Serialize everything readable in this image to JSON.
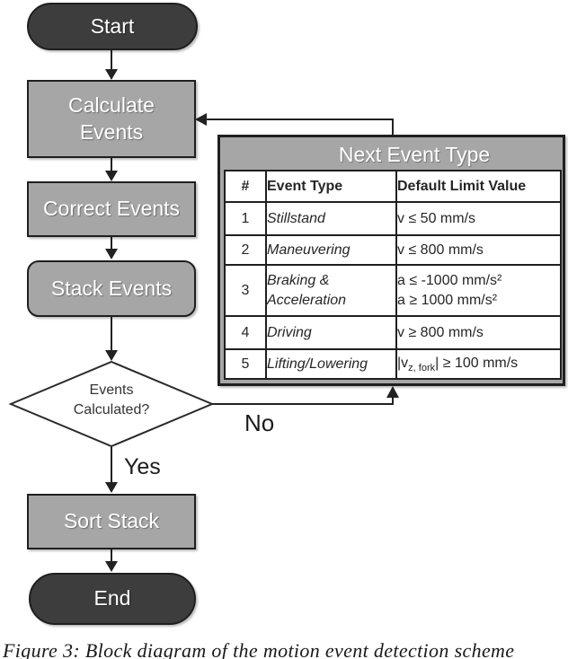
{
  "colors": {
    "node_dark": "#3d3d3d",
    "node_gray": "#a6a6a6",
    "border": "#1f1f1f",
    "node_text": "#ffffff"
  },
  "flowchart": {
    "nodes": {
      "start": {
        "label": "Start"
      },
      "calculate": {
        "line1": "Calculate",
        "line2": "Events"
      },
      "correct": {
        "label": "Correct Events"
      },
      "stack": {
        "label": "Stack Events"
      },
      "decision": {
        "line1": "Events",
        "line2": "Calculated?"
      },
      "sort": {
        "label": "Sort Stack"
      },
      "end": {
        "label": "End"
      }
    },
    "branch_labels": {
      "yes": "Yes",
      "no": "No"
    }
  },
  "table": {
    "title": "Next Event Type",
    "columns": {
      "num": "#",
      "type": "Event Type",
      "limit": "Default Limit Value"
    },
    "rows": [
      {
        "num": "1",
        "type": "Stillstand",
        "limit": "v ≤ 50 mm/s"
      },
      {
        "num": "2",
        "type": "Maneuvering",
        "limit": "v ≤ 800 mm/s"
      },
      {
        "num": "3",
        "type_line1": "Braking &",
        "type_line2": "Acceleration",
        "limit_line1": "a ≤ -1000 mm/s²",
        "limit_line2": "a ≥ 1000 mm/s²"
      },
      {
        "num": "4",
        "type": "Driving",
        "limit": "v ≥ 800 mm/s"
      },
      {
        "num": "5",
        "type": "Lifting/Lowering",
        "limit_pre": "|v",
        "limit_sub": "z, fork",
        "limit_post": "| ≥ 100 mm/s"
      }
    ]
  },
  "caption": "Figure 3: Block diagram of the motion event detection scheme"
}
